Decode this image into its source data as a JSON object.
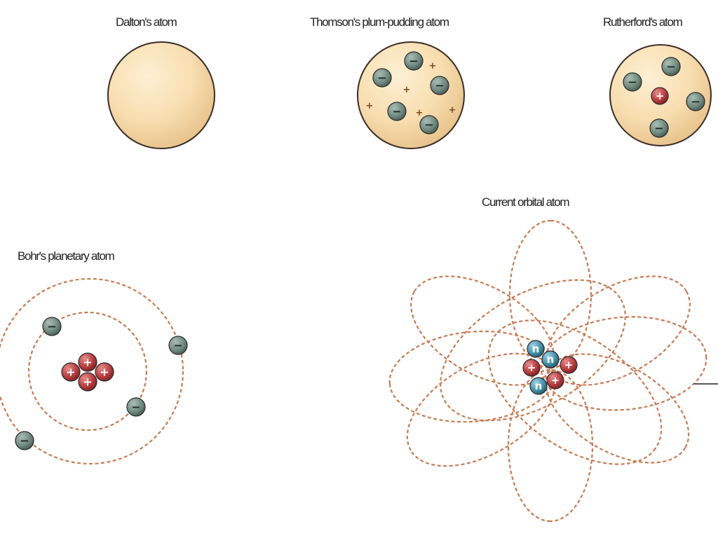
{
  "models": {
    "dalton": {
      "title": "Dalton's atom"
    },
    "thomson": {
      "title": "Thomson's plum-pudding atom"
    },
    "rutherford": {
      "title": "Rutherford's atom"
    },
    "bohr": {
      "title": "Bohr's planetary atom"
    },
    "orbital": {
      "title": "Current orbital atom"
    }
  },
  "glyphs": {
    "electron": "−",
    "proton": "+",
    "neutron": "n"
  },
  "colors": {
    "body_fill": "#f8deb0",
    "body_shade": "#e8c48a",
    "electron": "#6f8a80",
    "proton": "#b63a3c",
    "neutron": "#3f8fa8",
    "orbit": "#c77b52"
  }
}
